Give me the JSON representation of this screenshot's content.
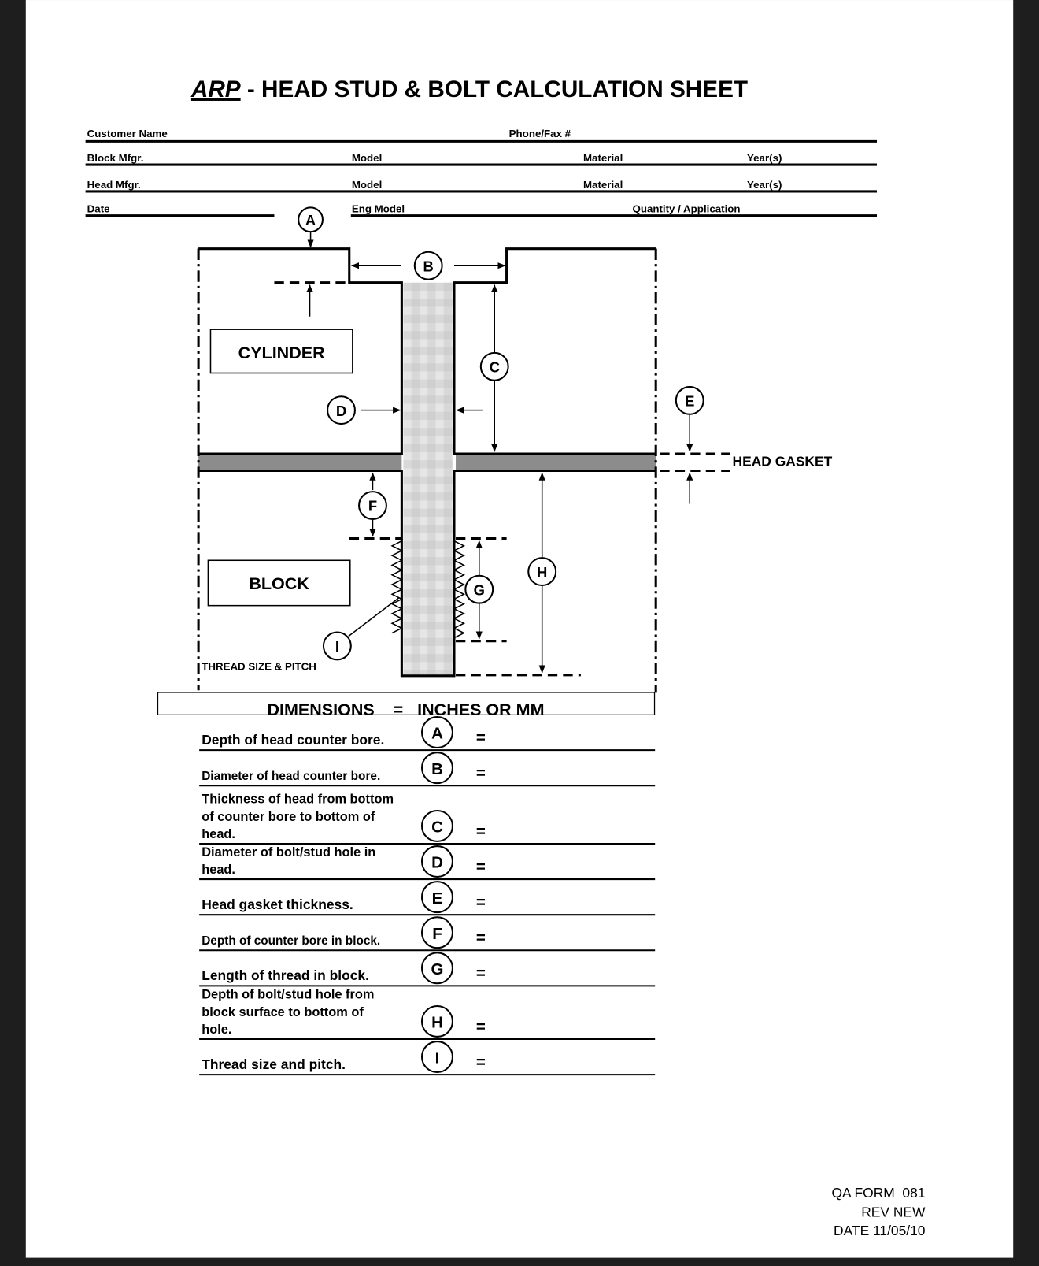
{
  "title": {
    "brand": "ARP",
    "rest": " - HEAD STUD & BOLT CALCULATION SHEET"
  },
  "form": {
    "customer_name": "Customer Name",
    "phone_fax": "Phone/Fax #",
    "block_mfgr": "Block Mfgr.",
    "block_model": "Model",
    "block_material": "Material",
    "block_years": "Year(s)",
    "head_mfgr": "Head Mfgr.",
    "head_model": "Model",
    "head_material": "Material",
    "head_years": "Year(s)",
    "date": "Date",
    "eng_model": "Eng Model",
    "quantity_application": "Quantity / Application"
  },
  "diagram": {
    "cylinder": "CYLINDER",
    "block": "BLOCK",
    "head_gasket": "HEAD GASKET",
    "thread_size_pitch": "THREAD SIZE & PITCH",
    "markers": {
      "A": "A",
      "B": "B",
      "C": "C",
      "D": "D",
      "E": "E",
      "F": "F",
      "G": "G",
      "H": "H",
      "I": "I"
    }
  },
  "dimensions_header": "DIMENSIONS    =   INCHES OR MM",
  "dimensions": [
    {
      "letter": "A",
      "label": [
        "Depth of head counter bore."
      ],
      "value": "="
    },
    {
      "letter": "B",
      "label": [
        "Diameter of head counter bore."
      ],
      "value": "="
    },
    {
      "letter": "C",
      "label": [
        "Thickness of head from bottom",
        "of counter bore to bottom of",
        "head."
      ],
      "value": "="
    },
    {
      "letter": "D",
      "label": [
        "Diameter of bolt/stud hole in",
        "head."
      ],
      "value": "="
    },
    {
      "letter": "E",
      "label": [
        "Head gasket thickness."
      ],
      "value": "="
    },
    {
      "letter": "F",
      "label": [
        "Depth of counter bore in block."
      ],
      "value": "="
    },
    {
      "letter": "G",
      "label": [
        "Length of thread in block."
      ],
      "value": "="
    },
    {
      "letter": "H",
      "label": [
        "Depth of bolt/stud hole from",
        "block surface to bottom of",
        "hole."
      ],
      "value": "="
    },
    {
      "letter": "I",
      "label": [
        "Thread size and pitch."
      ],
      "value": "="
    }
  ],
  "footer": {
    "form": "QA FORM  081",
    "rev": "REV NEW",
    "date": "DATE 11/05/10"
  }
}
